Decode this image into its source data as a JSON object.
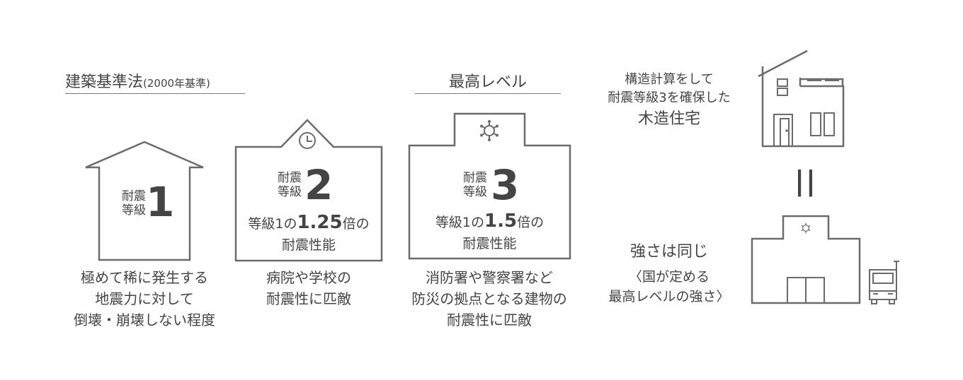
{
  "standard": {
    "heading": "建築基準法",
    "heading_note": "(2000年基準)",
    "grade_label_1": "耐震",
    "grade_label_2": "等級",
    "grade_number": "1",
    "description": [
      "極めて稀に発生する",
      "地震力に対して",
      "倒壊・崩壊しない程度"
    ]
  },
  "grade2": {
    "grade_label_1": "耐震",
    "grade_label_2": "等級",
    "grade_number": "2",
    "ratio_prefix": "等級1の",
    "ratio_value": "1.25",
    "ratio_suffix": "倍の",
    "ratio_line2": "耐震性能",
    "description": [
      "病院や学校の",
      "耐震性に匹敵"
    ]
  },
  "grade3": {
    "heading": "最高レベル",
    "grade_label_1": "耐震",
    "grade_label_2": "等級",
    "grade_number": "3",
    "ratio_prefix": "等級1の",
    "ratio_value": "1.5",
    "ratio_suffix": "倍の",
    "ratio_line2": "耐震性能",
    "description": [
      "消防署や警察署など",
      "防災の拠点となる建物の",
      "耐震性に匹敵"
    ]
  },
  "right": {
    "top_caption": [
      "構造計算をして",
      "耐震等級3を確保した",
      "木造住宅"
    ],
    "equals": "||",
    "strength_title": "強さは同じ",
    "strength_note": [
      "〈国が定める",
      "最高レベルの強さ〉"
    ]
  },
  "icons": {
    "clock": "clock-icon",
    "emblem": "fire-station-emblem-icon",
    "house": "wooden-house-icon",
    "station": "fire-station-icon",
    "truck": "fire-truck-icon"
  },
  "colors": {
    "line": "#6b6b6b",
    "text": "#444444"
  }
}
